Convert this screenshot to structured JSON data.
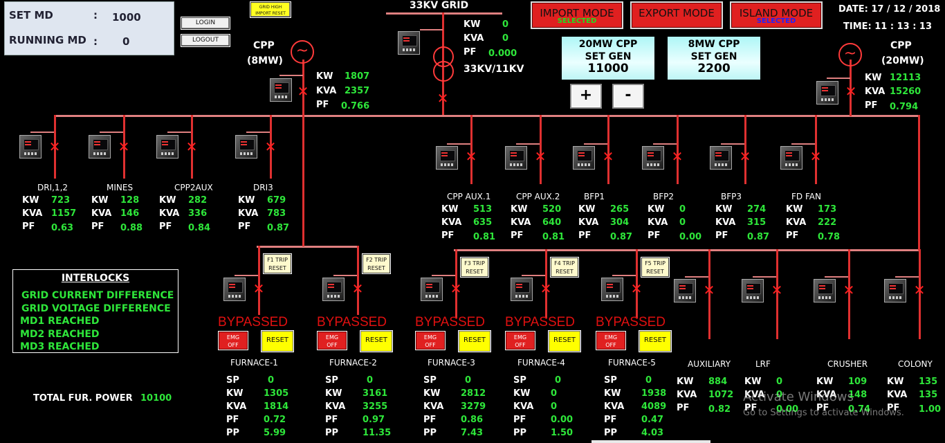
{
  "header": {
    "set_md_label": "SET MD",
    "set_md_colon": ":",
    "set_md_value": "1000",
    "running_md_label": "RUNNING MD",
    "running_md_colon": ":",
    "running_md_value": "0",
    "login_label": "LOGIN",
    "logout_label": "LOGOUT",
    "grid_reset_label_1": "GRID HIGH",
    "grid_reset_label_2": "IMPORT RESET",
    "grid_title": "33KV GRID",
    "date_text": "DATE: 17 / 12 / 2018",
    "time_text": "TIME: 11 : 13 : 13"
  },
  "modes": {
    "import_label": "IMPORT MODE",
    "import_status": "SELECTED",
    "export_label": "EXPORT MODE",
    "island_label": "ISLAND MODE",
    "island_status": "SELECTED",
    "colors": {
      "button": "#e02020",
      "import_status": "#1fe01f",
      "island_status": "#2020ff"
    }
  },
  "gen_controls": {
    "cpp20_title": "20MW CPP",
    "cpp20_set": "SET GEN",
    "cpp20_value": "11000",
    "cpp8_title": "8MW CPP",
    "cpp8_set": "SET GEN",
    "cpp8_value": "2200",
    "plus_label": "+",
    "minus_label": "-"
  },
  "grid": {
    "kw_label": "KW",
    "kw": "0",
    "kva_label": "KVA",
    "kva": "0",
    "pf_label": "PF",
    "pf": "0.000",
    "transformer_label": "33KV/11KV"
  },
  "cpp8": {
    "name_1": "CPP",
    "name_2": "(8MW)",
    "kw": "1807",
    "kva": "2357",
    "pf": "0.766"
  },
  "cpp20": {
    "name_1": "CPP",
    "name_2": "(20MW)",
    "kw": "12113",
    "kva": "15260",
    "pf": "0.794"
  },
  "labels": {
    "kw": "KW",
    "kva": "KVA",
    "pf": "PF",
    "sp": "SP",
    "pp": "PP"
  },
  "feeders_top_left": [
    {
      "name": "DRI,1,2",
      "kw": "723",
      "kva": "1157",
      "pf": "0.63"
    },
    {
      "name": "MINES",
      "kw": "128",
      "kva": "146",
      "pf": "0.88"
    },
    {
      "name": "CPP2AUX",
      "kw": "282",
      "kva": "336",
      "pf": "0.84"
    },
    {
      "name": "DRI3",
      "kw": "679",
      "kva": "783",
      "pf": "0.87"
    }
  ],
  "feeders_top_right": [
    {
      "name": "CPP AUX.1",
      "kw": "513",
      "kva": "635",
      "pf": "0.81"
    },
    {
      "name": "CPP AUX.2",
      "kw": "520",
      "kva": "640",
      "pf": "0.81"
    },
    {
      "name": "BFP1",
      "kw": "265",
      "kva": "304",
      "pf": "0.87"
    },
    {
      "name": "BFP2",
      "kw": "0",
      "kva": "0",
      "pf": "0.00"
    },
    {
      "name": "BFP3",
      "kw": "274",
      "kva": "315",
      "pf": "0.87"
    },
    {
      "name": "FD FAN",
      "kw": "173",
      "kva": "222",
      "pf": "0.78"
    }
  ],
  "furnaces": [
    {
      "name": "FURNACE-1",
      "trip_1": "F1 TRIP",
      "trip_2": "RESET",
      "bypass": "BYPASSED",
      "emg_1": "EMG",
      "emg_2": "OFF",
      "reset": "RESET",
      "sp": "0",
      "kw": "1305",
      "kva": "1814",
      "pf": "0.72",
      "pp": "5.99"
    },
    {
      "name": "FURNACE-2",
      "trip_1": "F2 TRIP",
      "trip_2": "RESET",
      "bypass": "BYPASSED",
      "emg_1": "EMG",
      "emg_2": "OFF",
      "reset": "RESET",
      "sp": "0",
      "kw": "3161",
      "kva": "3255",
      "pf": "0.97",
      "pp": "11.35"
    },
    {
      "name": "FURNACE-3",
      "trip_1": "F3 TRIP",
      "trip_2": "RESET",
      "bypass": "BYPASSED",
      "emg_1": "EMG",
      "emg_2": "OFF",
      "reset": "RESET",
      "sp": "0",
      "kw": "2812",
      "kva": "3279",
      "pf": "0.86",
      "pp": "7.43"
    },
    {
      "name": "FURNACE-4",
      "trip_1": "F4 TRIP",
      "trip_2": "RESET",
      "bypass": "BYPASSED",
      "emg_1": "EMG",
      "emg_2": "OFF",
      "reset": "RESET",
      "sp": "0",
      "kw": "0",
      "kva": "0",
      "pf": "0.00",
      "pp": "1.50"
    },
    {
      "name": "FURNACE-5",
      "trip_1": "F5 TRIP",
      "trip_2": "RESET",
      "bypass": "BYPASSED",
      "emg_1": "EMG",
      "emg_2": "OFF",
      "reset": "RESET",
      "sp": "0",
      "kw": "1938",
      "kva": "4089",
      "pf": "0.47",
      "pp": "4.03"
    }
  ],
  "feeders_bottom_right": [
    {
      "name": "AUXILIARY",
      "kw": "884",
      "kva": "1072",
      "pf": "0.82"
    },
    {
      "name": "LRF",
      "kw": "0",
      "kva": "0",
      "pf": "0.00"
    },
    {
      "name": "CRUSHER",
      "kw": "109",
      "kva": "148",
      "pf": "0.74"
    },
    {
      "name": "COLONY",
      "kw": "135",
      "kva": "135",
      "pf": "1.00"
    }
  ],
  "interlocks": {
    "title": "INTERLOCKS",
    "items": [
      "GRID CURRENT DIFFERENCE",
      "GRID VOLTAGE DIFFERENCE",
      "MD1 REACHED",
      "MD2 REACHED",
      "MD3 REACHED"
    ]
  },
  "total": {
    "label": "TOTAL FUR. POWER",
    "value": "10100"
  },
  "watermark": {
    "line_1": "Activate Windows",
    "line_2": "Go to Settings to activate Windows."
  },
  "colors": {
    "busbar": "#e03030",
    "value_green": "#2ee63a",
    "bypass_red": "#e01010",
    "gen_box": "#aef6f6"
  }
}
